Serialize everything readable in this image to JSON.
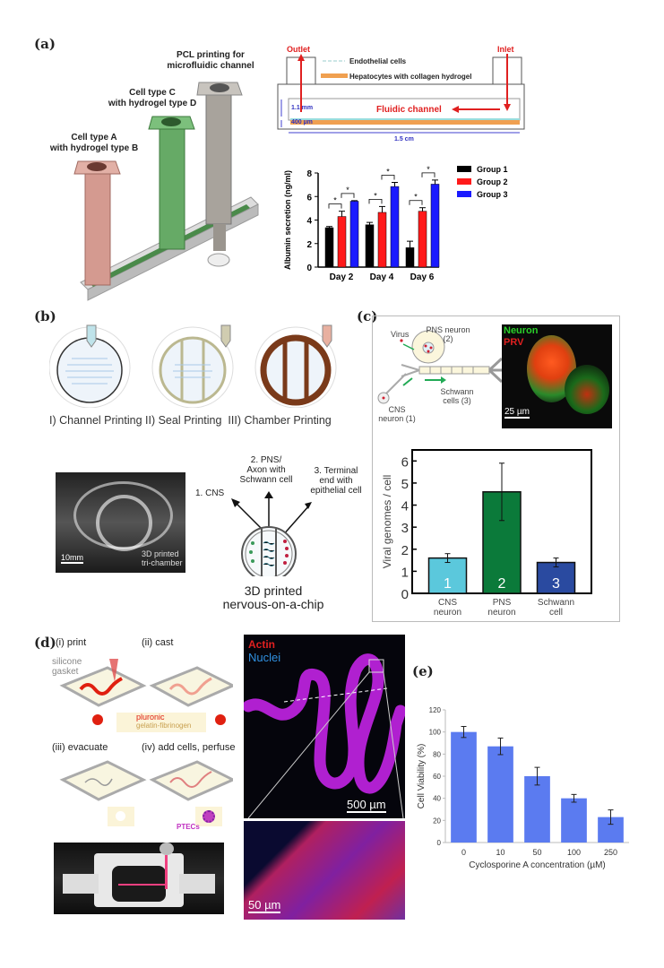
{
  "panels": {
    "a": {
      "label": "(a)",
      "syringes": {
        "pcl": "PCL printing for\nmicrofluidic channel",
        "pcl_line1": "PCL printing for",
        "pcl_line2": "microfluidic channel",
        "c_line1": "Cell type C",
        "c_line2": "with hydrogel  type D",
        "a_line1": "Cell type A",
        "a_line2": "with hydrogel  type B"
      },
      "schematic": {
        "outlet": "Outlet",
        "inlet": "Inlet",
        "legend_endothelial": "Endothelial cells",
        "legend_hepatocytes": "Hepatocytes with collagen hydrogel",
        "height_label": "1.1 mm",
        "layer_label": "400 µm",
        "channel_label": "Fluidic channel",
        "width_label": "1.5 cm"
      }
    },
    "b": {
      "label": "(b)",
      "steps_caption": "I) Channel Printing II) Seal Printing  III) Chamber Printing",
      "photo_label_1": "3D printed",
      "photo_label_2": "tri-chamber",
      "scale_bar": "10mm",
      "arrow_cns": "1. CNS",
      "arrow_pns_1": "2. PNS/",
      "arrow_pns_2": "Axon with",
      "arrow_pns_3": "Schwann cell",
      "arrow_term_1": "3. Terminal",
      "arrow_term_2": "end with",
      "arrow_term_3": "epithelial cell",
      "caption_1": "3D printed",
      "caption_2": "nervous-on-a-chip"
    },
    "c": {
      "label": "(c)",
      "diagram": {
        "virus": "Virus",
        "pns_1": "PNS neuron",
        "pns_2": "(2)",
        "schwann_1": "Schwann",
        "schwann_2": "cells (3)",
        "cns_1": "CNS",
        "cns_2": "neuron (1)"
      },
      "micrograph": {
        "neuron": "Neuron",
        "prv": "PRV",
        "scale": "25 µm"
      }
    },
    "d": {
      "label": "(d)",
      "step_i": "(i)  print",
      "step_ii": "(ii)  cast",
      "step_iii": "(iii)  evacuate",
      "step_iv": "(iv)  add cells, perfuse",
      "gasket_1": "silicone",
      "gasket_2": "gasket",
      "legend_pluronic": "pluronic",
      "legend_gelatin": "gelatin-fibrinogen",
      "ptecs": "PTECs",
      "actin": "Actin",
      "nuclei": "Nuclei",
      "scale_500": "500 µm",
      "scale_50": "50 µm"
    },
    "e": {
      "label": "(e)"
    }
  },
  "chart_data": [
    {
      "id": "albumin",
      "type": "bar",
      "title": "",
      "xlabel": "",
      "ylabel": "Albumin secretion (ng/ml)",
      "categories": [
        "Day 2",
        "Day 4",
        "Day 6"
      ],
      "series": [
        {
          "name": "Group 1",
          "color": "#000000",
          "values": [
            3.35,
            3.6,
            1.65
          ],
          "errors": [
            0.1,
            0.2,
            0.55
          ]
        },
        {
          "name": "Group 2",
          "color": "#ff1a1a",
          "values": [
            4.3,
            4.65,
            4.75
          ],
          "errors": [
            0.45,
            0.5,
            0.3
          ]
        },
        {
          "name": "Group 3",
          "color": "#1a1aff",
          "values": [
            5.6,
            6.85,
            7.05
          ],
          "errors": [
            0.05,
            0.35,
            0.35
          ]
        }
      ],
      "yticks": [
        0,
        2,
        4,
        6,
        8
      ],
      "ylim": [
        0,
        8
      ],
      "significance": "*",
      "legend_position": "right"
    },
    {
      "id": "viral",
      "type": "bar",
      "title": "",
      "xlabel": "",
      "ylabel": "Viral genomes / cell",
      "categories": [
        "CNS neuron",
        "PNS neuron",
        "Schwann cell"
      ],
      "category_lines": [
        [
          "CNS",
          "neuron"
        ],
        [
          "PNS",
          "neuron"
        ],
        [
          "Schwann",
          "cell"
        ]
      ],
      "bar_labels": [
        "1",
        "2",
        "3"
      ],
      "colors": [
        "#5bc8dc",
        "#0b7a3a",
        "#2a4aa0"
      ],
      "values": [
        1.6,
        4.6,
        1.4
      ],
      "errors": [
        0.2,
        1.3,
        0.2
      ],
      "yticks": [
        0,
        1,
        2,
        3,
        4,
        5,
        6
      ],
      "ylim": [
        0,
        6.5
      ]
    },
    {
      "id": "viability",
      "type": "bar",
      "title": "",
      "xlabel": "Cyclosporine A concentration (µM)",
      "ylabel": "Cell Viability (%)",
      "categories": [
        "0",
        "10",
        "50",
        "100",
        "250"
      ],
      "values": [
        100,
        87,
        60,
        40,
        23
      ],
      "errors": [
        5,
        7.5,
        8,
        3.5,
        6.5
      ],
      "color": "#5b7bf0",
      "yticks": [
        0,
        20,
        40,
        60,
        80,
        100,
        120
      ],
      "ylim": [
        0,
        120
      ]
    }
  ]
}
